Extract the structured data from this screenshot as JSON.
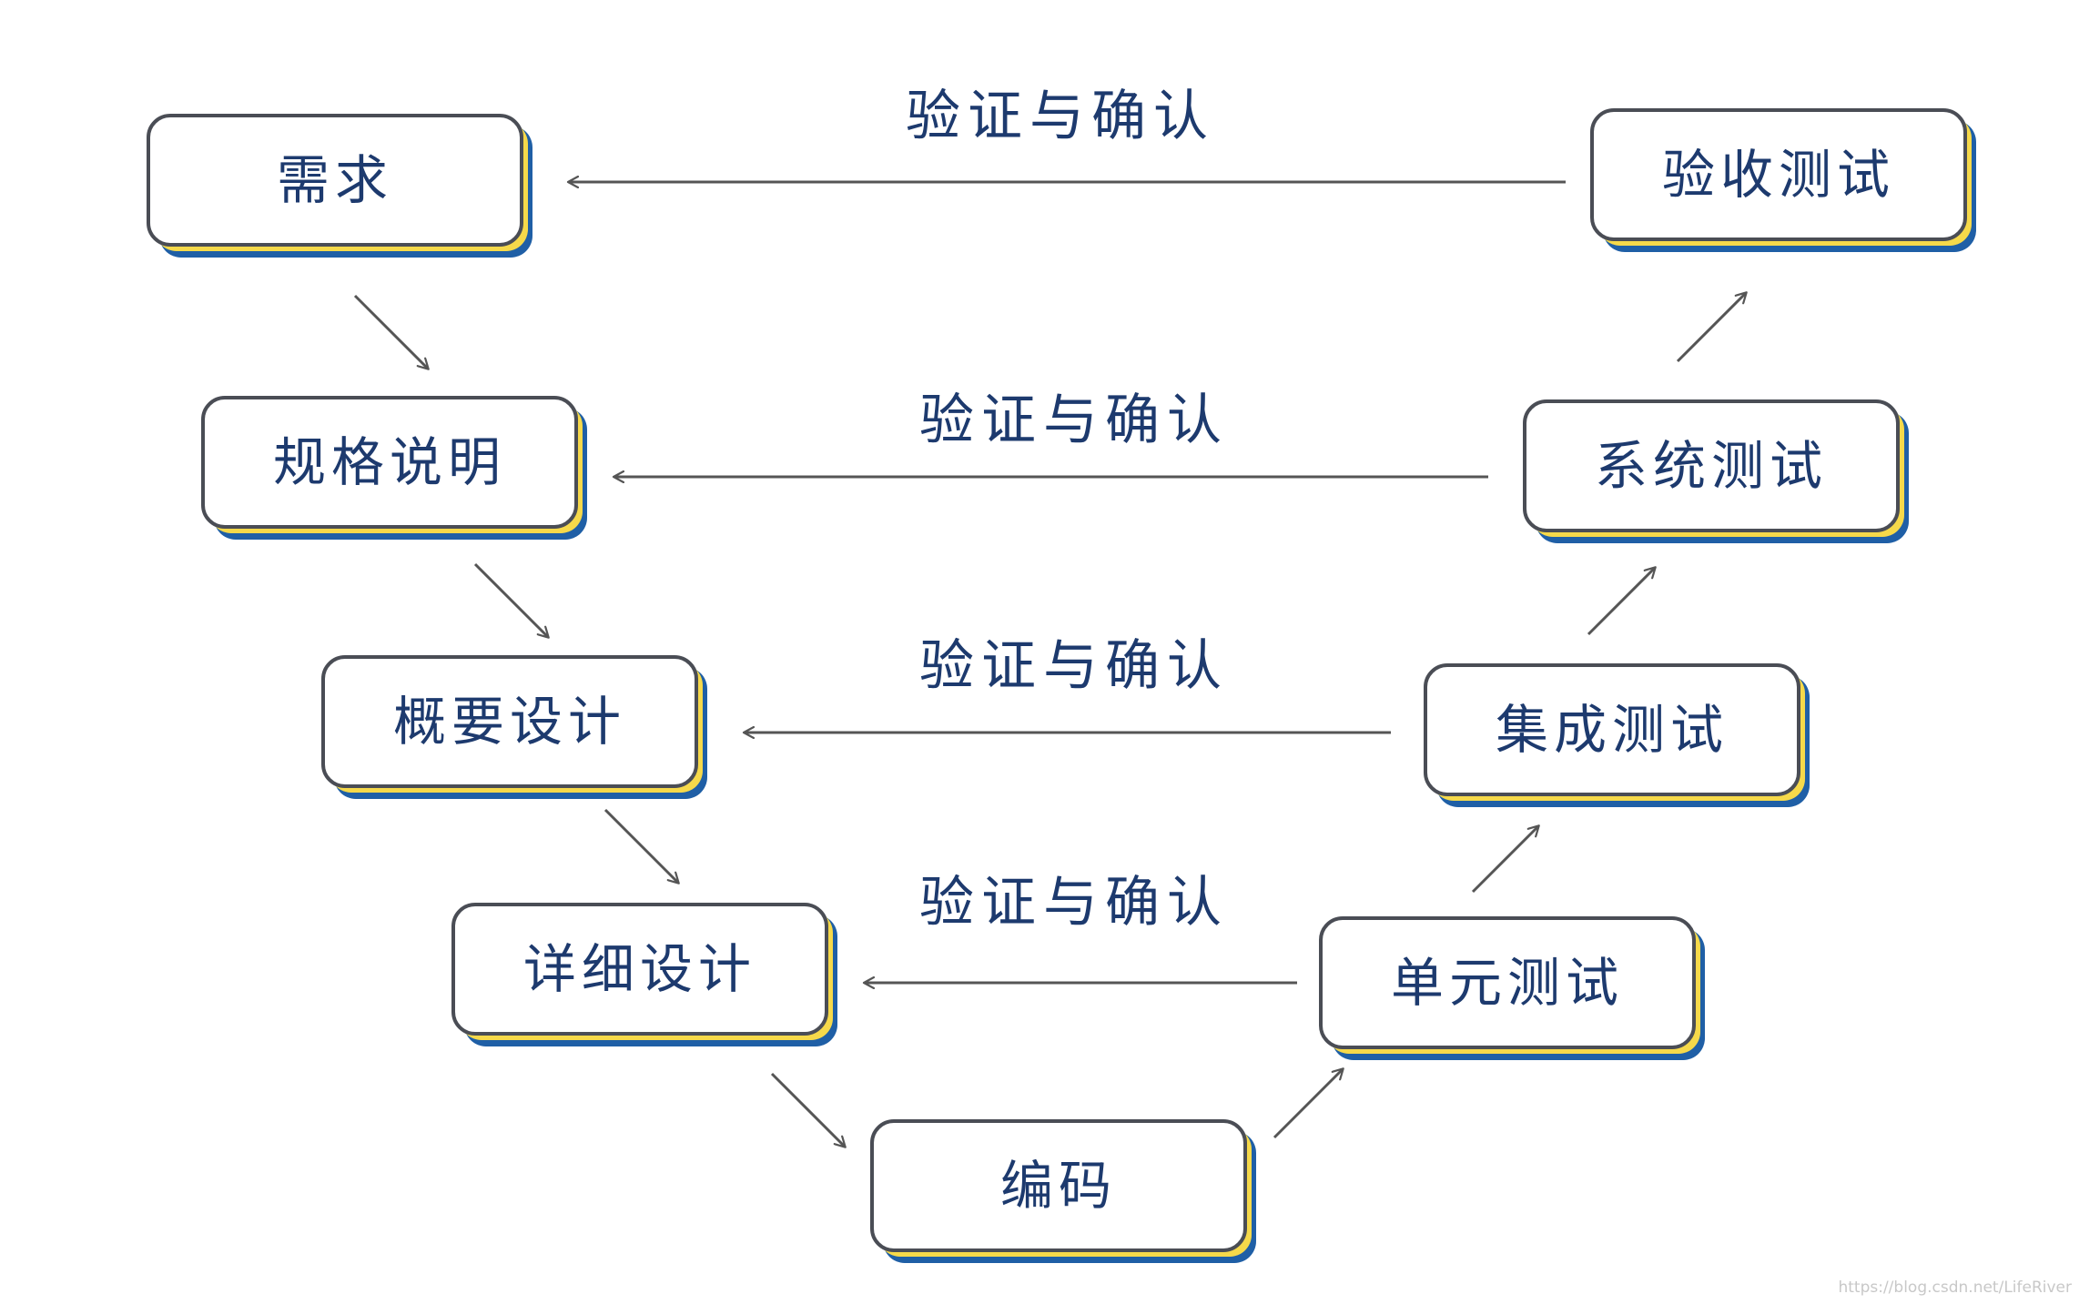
{
  "colors": {
    "box_fill": "#ffffff",
    "box_border": "#4a4d55",
    "box_shadow_yellow": "#f6d94a",
    "box_shadow_blue": "#1f5fa6",
    "text": "#1d3a6e",
    "arrow": "#555555"
  },
  "stages": {
    "requirements": "需求",
    "specification": "规格说明",
    "high_level_design": "概要设计",
    "detailed_design": "详细设计",
    "coding": "编码",
    "unit_test": "单元测试",
    "integration_test": "集成测试",
    "system_test": "系统测试",
    "acceptance_test": "验收测试"
  },
  "verification_labels": [
    "验证与确认",
    "验证与确认",
    "验证与确认",
    "验证与确认"
  ],
  "watermark": "https://blog.csdn.net/LifeRiver"
}
